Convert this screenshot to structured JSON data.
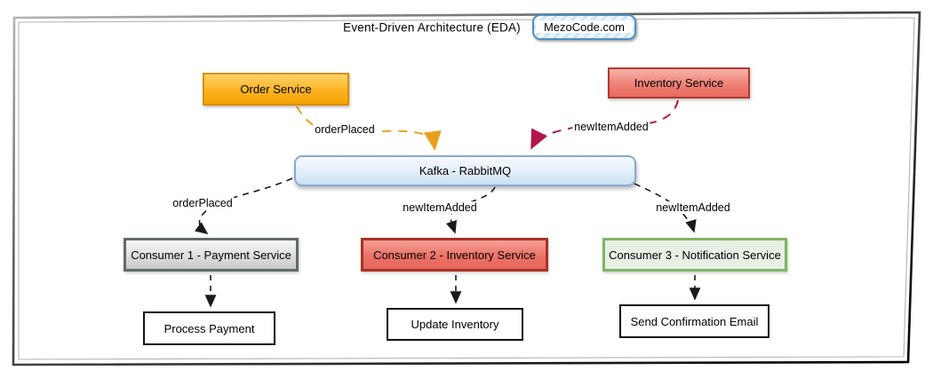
{
  "title": "Event-Driven Architecture (EDA)",
  "badge": {
    "label": "MezoCode.com"
  },
  "nodes": {
    "order_service": {
      "label": "Order Service"
    },
    "inventory_service": {
      "label": "Inventory Service"
    },
    "broker": {
      "label": "Kafka - RabbitMQ"
    },
    "consumer1": {
      "label": "Consumer 1 - Payment Service"
    },
    "consumer2": {
      "label": "Consumer 2 - Inventory Service"
    },
    "consumer3": {
      "label": "Consumer 3 - Notification Service"
    },
    "process_payment": {
      "label": "Process Payment"
    },
    "update_inventory": {
      "label": "Update Inventory"
    },
    "send_email": {
      "label": "Send Confirmation Email"
    }
  },
  "edges": {
    "order_to_broker": {
      "label": "orderPlaced",
      "color": "#e8a020",
      "style": "dashed"
    },
    "inventory_to_broker": {
      "label": "newItemAdded",
      "color": "#b2164b",
      "style": "dashed"
    },
    "broker_to_consumer1": {
      "label": "orderPlaced",
      "color": "#1a1a1a",
      "style": "dashed"
    },
    "broker_to_consumer2": {
      "label": "newItemAdded",
      "color": "#1a1a1a",
      "style": "dashed"
    },
    "broker_to_consumer3": {
      "label": "newItemAdded",
      "color": "#1a1a1a",
      "style": "dashed"
    },
    "consumer1_to_process": {
      "label": "",
      "color": "#1a1a1a",
      "style": "dashed"
    },
    "consumer2_to_update": {
      "label": "",
      "color": "#1a1a1a",
      "style": "dashed"
    },
    "consumer3_to_send": {
      "label": "",
      "color": "#1a1a1a",
      "style": "dashed"
    }
  },
  "colors": {
    "order_fill": "#fbb321",
    "order_border": "#d98e00",
    "inventory_fill": "#ee8075",
    "inventory_border": "#b03a30",
    "broker_fill": "#e3eefa",
    "broker_border": "#89a9ce",
    "consumer1_fill": "#dedede",
    "consumer1_border": "#616a6b",
    "consumer2_fill": "#ec7266",
    "consumer2_border": "#a93226",
    "consumer3_fill": "#e7f1e3",
    "consumer3_border": "#82b366",
    "badge_border": "#4e8fbe",
    "badge_fill": "#d6e9f8"
  }
}
